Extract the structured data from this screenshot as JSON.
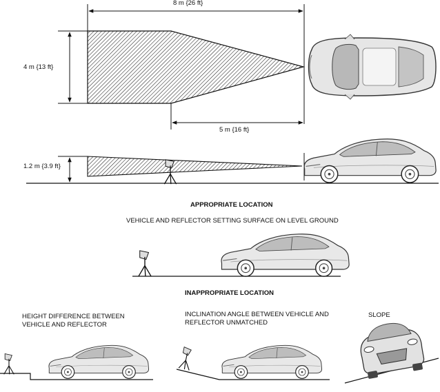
{
  "dimensions": {
    "total_length": "8 m {26 ft}",
    "zone_width": "4 m {13 ft}",
    "taper_length": "5 m {16 ft}",
    "height": "1.2 m {3.9 ft}"
  },
  "sections": {
    "appropriate": {
      "heading": "APPROPRIATE LOCATION",
      "caption": "VEHICLE AND REFLECTOR SETTING SURFACE ON LEVEL GROUND"
    },
    "inappropriate": {
      "heading": "INAPPROPRIATE LOCATION",
      "cases": [
        {
          "label": "HEIGHT DIFFERENCE BETWEEN VEHICLE AND REFLECTOR"
        },
        {
          "label": "INCLINATION ANGLE BETWEEN VEHICLE AND REFLECTOR UNMATCHED"
        },
        {
          "label": "SLOPE"
        }
      ]
    }
  }
}
